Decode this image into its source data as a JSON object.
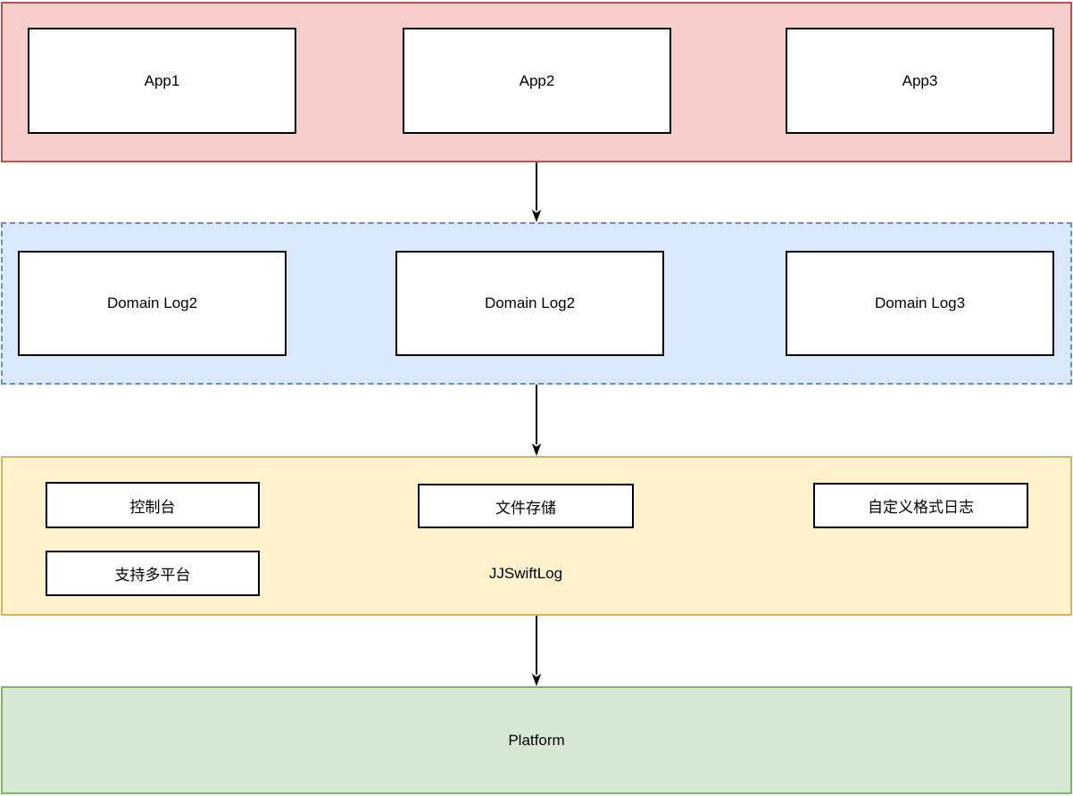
{
  "colors": {
    "app_band_fill": "#f8cecc",
    "app_band_border": "#b85450",
    "domain_band_fill": "#dae8fc",
    "domain_band_border": "#6c8ebf",
    "log_band_fill": "#fff2cc",
    "log_band_border": "#d6b656",
    "platform_band_fill": "#d5e8d4",
    "platform_band_border": "#82b366",
    "node_fill": "#ffffff",
    "node_border": "#000000",
    "arrow": "#000000"
  },
  "layers": {
    "apps": {
      "nodes": [
        "App1",
        "App2",
        "App3"
      ]
    },
    "domain": {
      "nodes": [
        "Domain Log2",
        "Domain Log2",
        "Domain Log3"
      ]
    },
    "log": {
      "nodes": [
        "控制台",
        "文件存储",
        "自定义格式日志",
        "支持多平台"
      ],
      "label": "JJSwiftLog"
    },
    "platform": {
      "label": "Platform"
    }
  }
}
